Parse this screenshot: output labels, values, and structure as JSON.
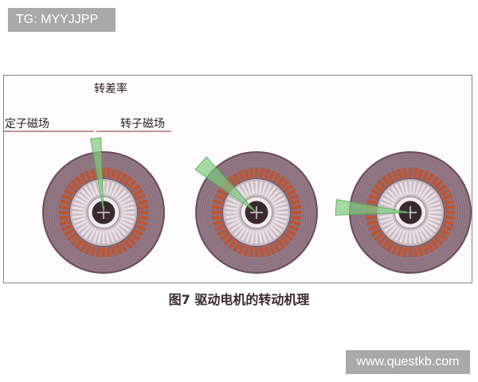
{
  "watermarks": {
    "top": "TG: MYYJJPP",
    "bottom": "www.questkb.com"
  },
  "diagram": {
    "labels": {
      "slip": "转差率",
      "stator_field": "定子磁场",
      "rotor_field": "转子磁场"
    },
    "motors": [
      {
        "id": "left",
        "stator_field_angle_deg": -100,
        "rotor_field_angle_deg": -92
      },
      {
        "id": "middle",
        "stator_field_angle_deg": -145,
        "rotor_field_angle_deg": -132
      },
      {
        "id": "right",
        "stator_field_angle_deg": 178,
        "rotor_field_angle_deg": 190
      }
    ],
    "colors": {
      "stator": "#8b6f7c",
      "stator_ring": "#6d4f5d",
      "coil": "#c2532e",
      "rotor_bar": "#e8e0e4",
      "field_wedge": "#7fc97f",
      "center": "#3a2a2f",
      "frame": "#8a7f86"
    }
  },
  "caption": "图7 驱动电机的转动机理"
}
